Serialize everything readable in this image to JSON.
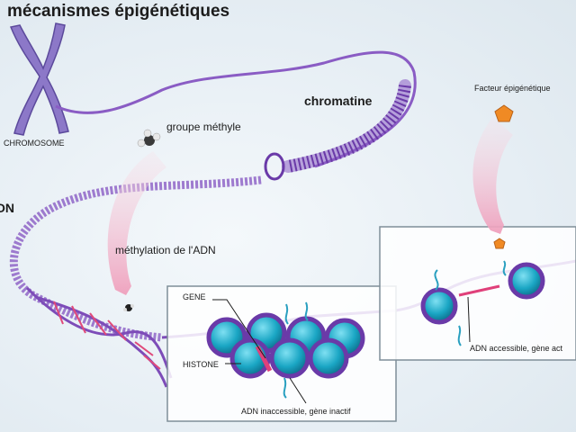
{
  "title": "mécanismes épigénétiques",
  "labels": {
    "chromosome": "CHROMOSOME",
    "methyl_group": "groupe méthyle",
    "chromatin": "chromatine",
    "epigenetic_factor": "Facteur épigénétique",
    "dna": "ON",
    "dna_methylation": "méthylation de l'ADN",
    "gene": "GENE",
    "histone": "HISTONE",
    "inaccessible": "ADN inaccessible, gène inactif",
    "accessible": "ADN accessible, gène act"
  },
  "colors": {
    "chromosome": "#8c78c8",
    "chromatin": "#8a5cc4",
    "dna_strand": "#7d4cb8",
    "histone": "#1aa6c4",
    "histone_ring": "#6a3aa8",
    "gene": "#e0407a",
    "arrow": "#f2c4d6",
    "factor": "#f08a24",
    "tail": "#2aa0c0"
  }
}
